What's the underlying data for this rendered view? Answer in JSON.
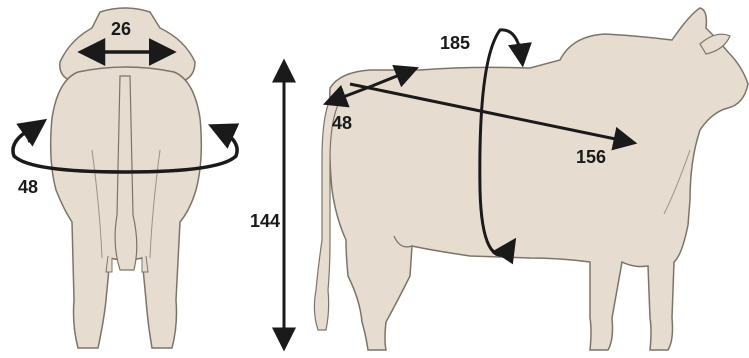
{
  "colors": {
    "body_fill": "#e6ddd0",
    "outline": "#7d7468",
    "arrow": "#1a1a1a",
    "background": "#ffffff"
  },
  "rear_view": {
    "width_label": "26",
    "girth_label": "48"
  },
  "side_view": {
    "height_label": "144",
    "hip_label": "48",
    "length_label": "156",
    "heart_girth_label": "185"
  }
}
